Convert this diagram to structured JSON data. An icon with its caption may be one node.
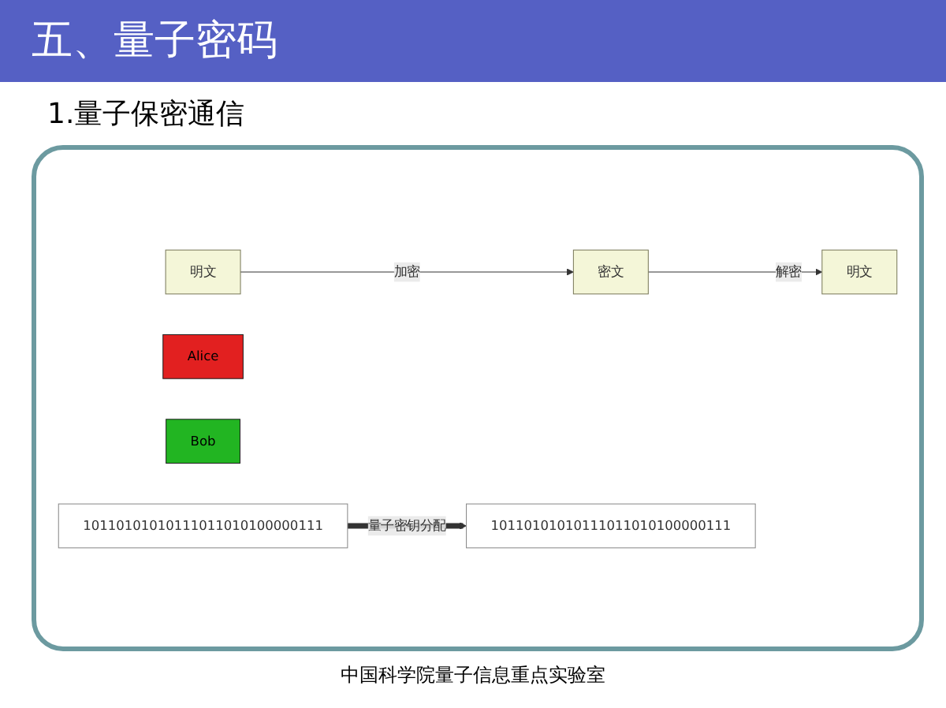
{
  "diagram": {
    "title": "五、量子密码",
    "nodes": [
      {
        "text": [
          "明文"
        ]
      },
      {
        "text": [
          "密文"
        ]
      },
      {
        "text": [
          "明文"
        ]
      },
      {
        "text": [
          "Alice"
        ]
      },
      {
        "text": [
          "Bob"
        ]
      },
      {
        "text": [
          "10110101010111011010100000111"
        ]
      },
      {
        "text": [
          "10110101010111011010100000111"
        ]
      }
    ],
    "edges": [
      {
        "from": 0,
        "to": 1,
        "arrow": "to",
        "label": "加密"
      },
      {
        "from": 1,
        "to": 2,
        "arrow": "to",
        "label": "解密"
      },
      {
        "from": 5,
        "to": 6,
        "arrow": "to",
        "label": "量子密钥分配",
        "style": "thick"
      }
    ],
    "labels": [
      "1.量子保密通信",
      "中国科学院量子信息重点实验室"
    ]
  }
}
